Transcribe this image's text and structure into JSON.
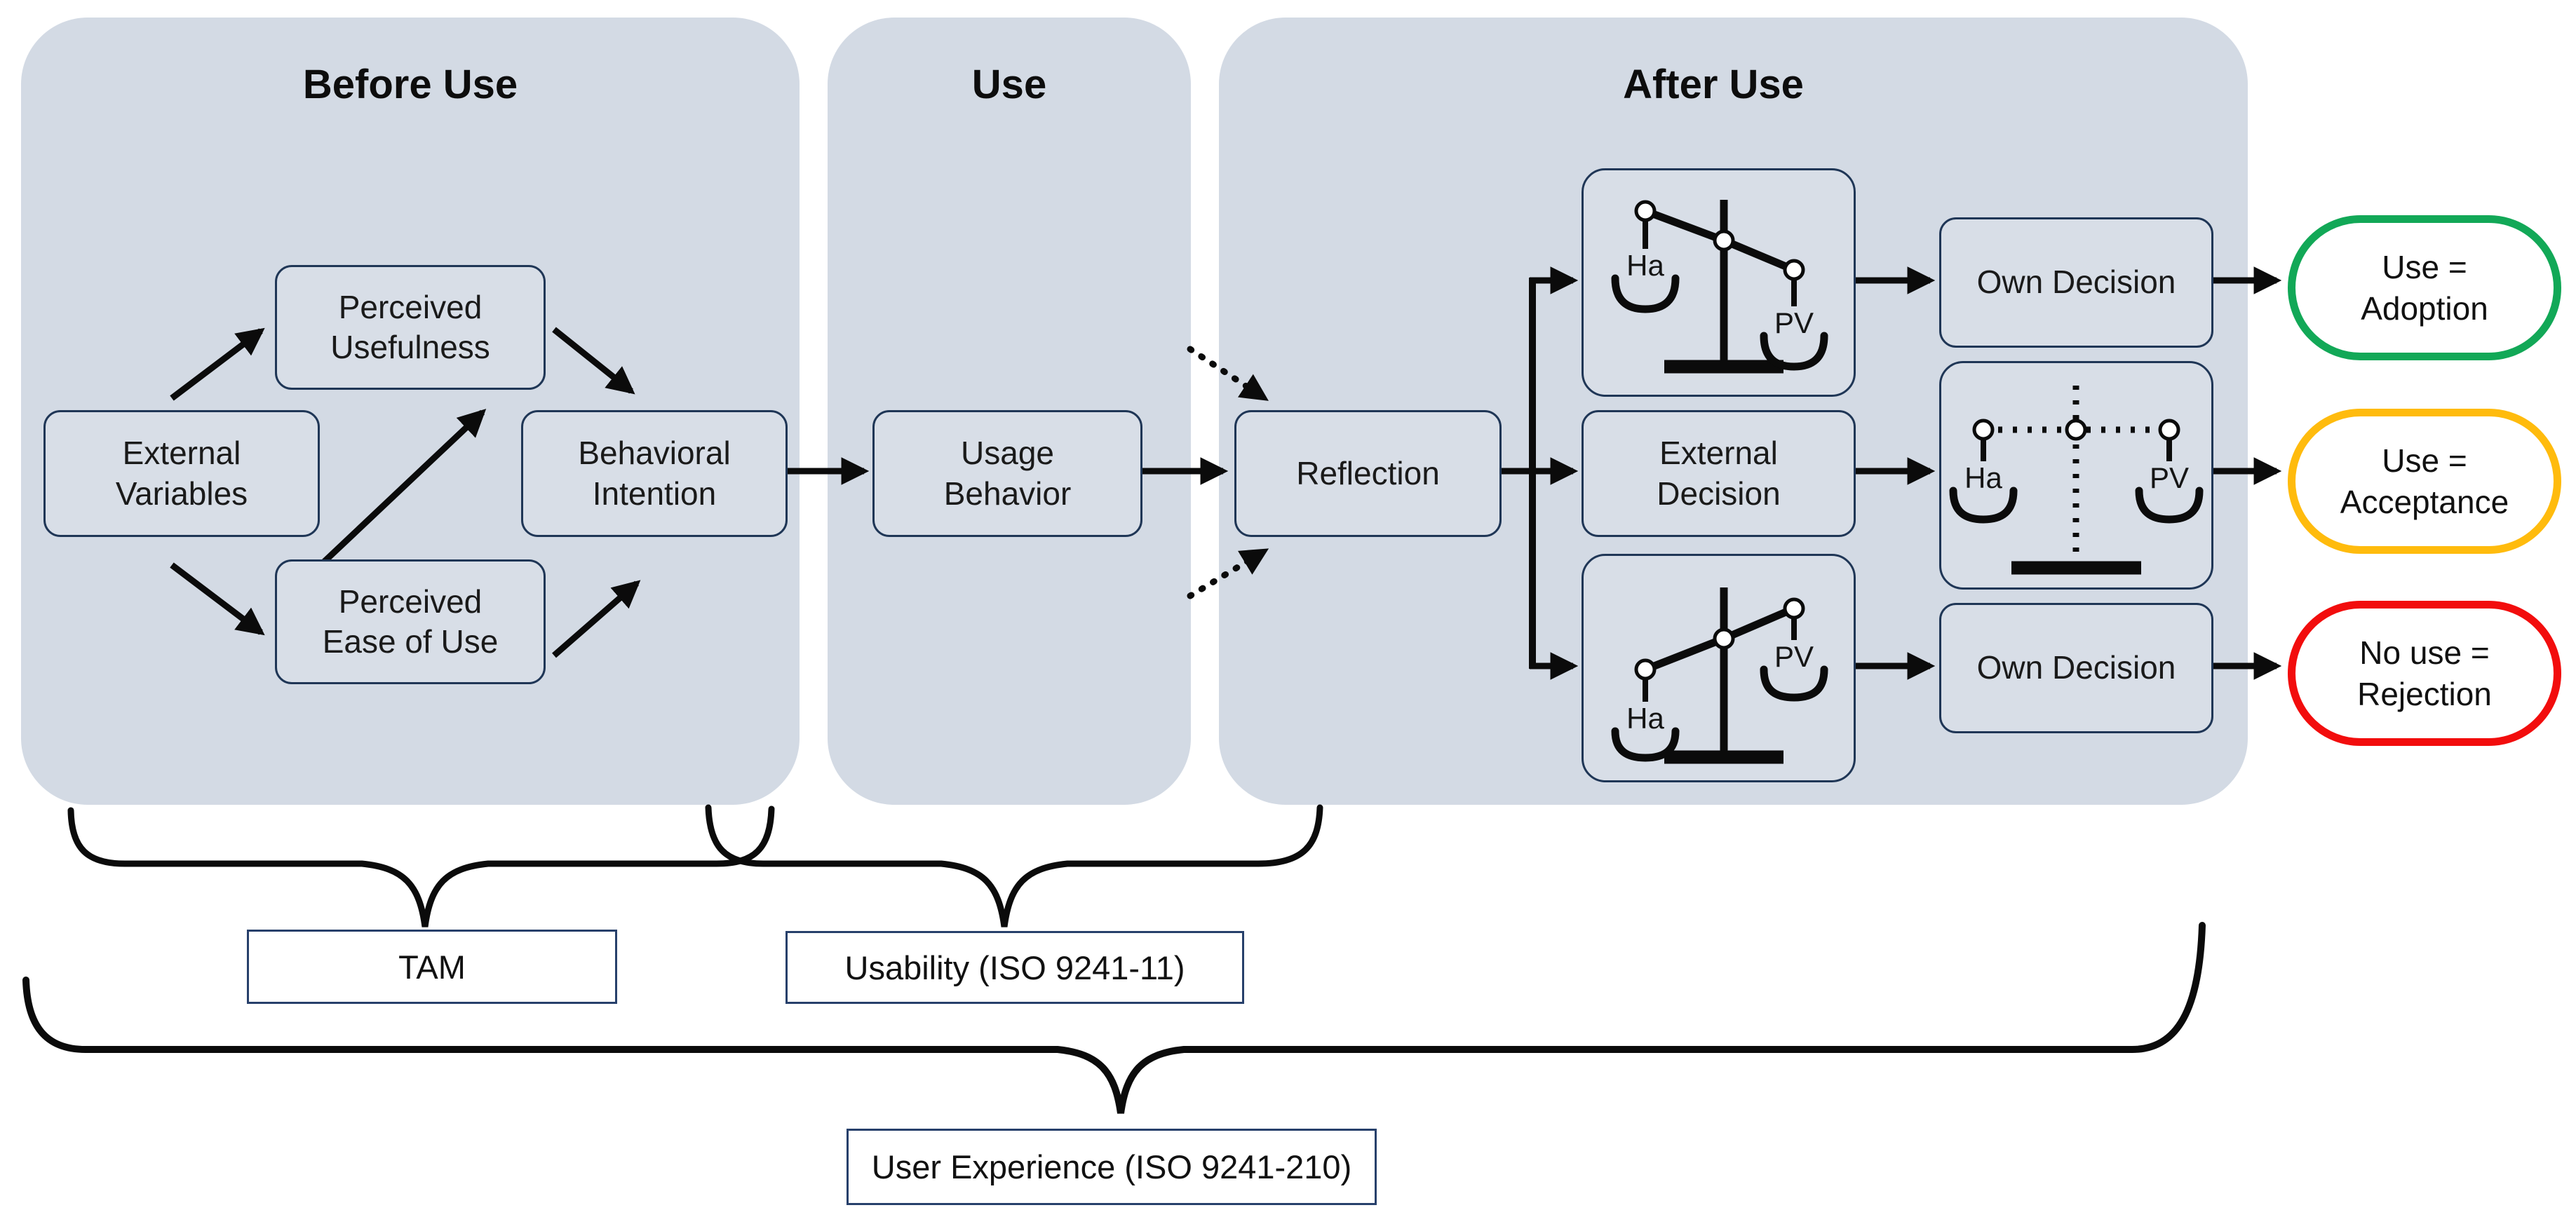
{
  "panels": {
    "before_use": {
      "title": "Before Use"
    },
    "use": {
      "title": "Use"
    },
    "after_use": {
      "title": "After Use"
    }
  },
  "nodes": {
    "external_variables": {
      "label": "External\nVariables"
    },
    "perceived_usefulness": {
      "label": "Perceived\nUsefulness"
    },
    "perceived_ease_of_use": {
      "label": "Perceived\nEase of Use"
    },
    "behavioral_intention": {
      "label": "Behavioral\nIntention"
    },
    "usage_behavior": {
      "label": "Usage\nBehavior"
    },
    "reflection": {
      "label": "Reflection"
    },
    "external_decision": {
      "label": "External\nDecision"
    },
    "own_decision_top": {
      "label": "Own Decision"
    },
    "own_decision_bottom": {
      "label": "Own Decision"
    }
  },
  "scales": {
    "pv_down": {
      "left_pan": "Ha",
      "right_pan": "PV"
    },
    "balanced": {
      "left_pan": "Ha",
      "right_pan": "PV"
    },
    "ha_down": {
      "left_pan": "Ha",
      "right_pan": "PV"
    }
  },
  "outcomes": [
    {
      "label": "Use =\nAdoption",
      "color": "#12a857"
    },
    {
      "label": "Use =\nAcceptance",
      "color": "#ffbb0d"
    },
    {
      "label": "No use =\nRejection",
      "color": "#f20d0d"
    }
  ],
  "annotations": {
    "tam": "TAM",
    "usability": "Usability (ISO 9241-11)",
    "user_experience": "User Experience (ISO 9241-210)"
  },
  "colors": {
    "panel_fill": "#d3dae4",
    "node_fill": "#d8dee7",
    "node_border": "#1f3656",
    "connector": "#0b0b0b"
  }
}
